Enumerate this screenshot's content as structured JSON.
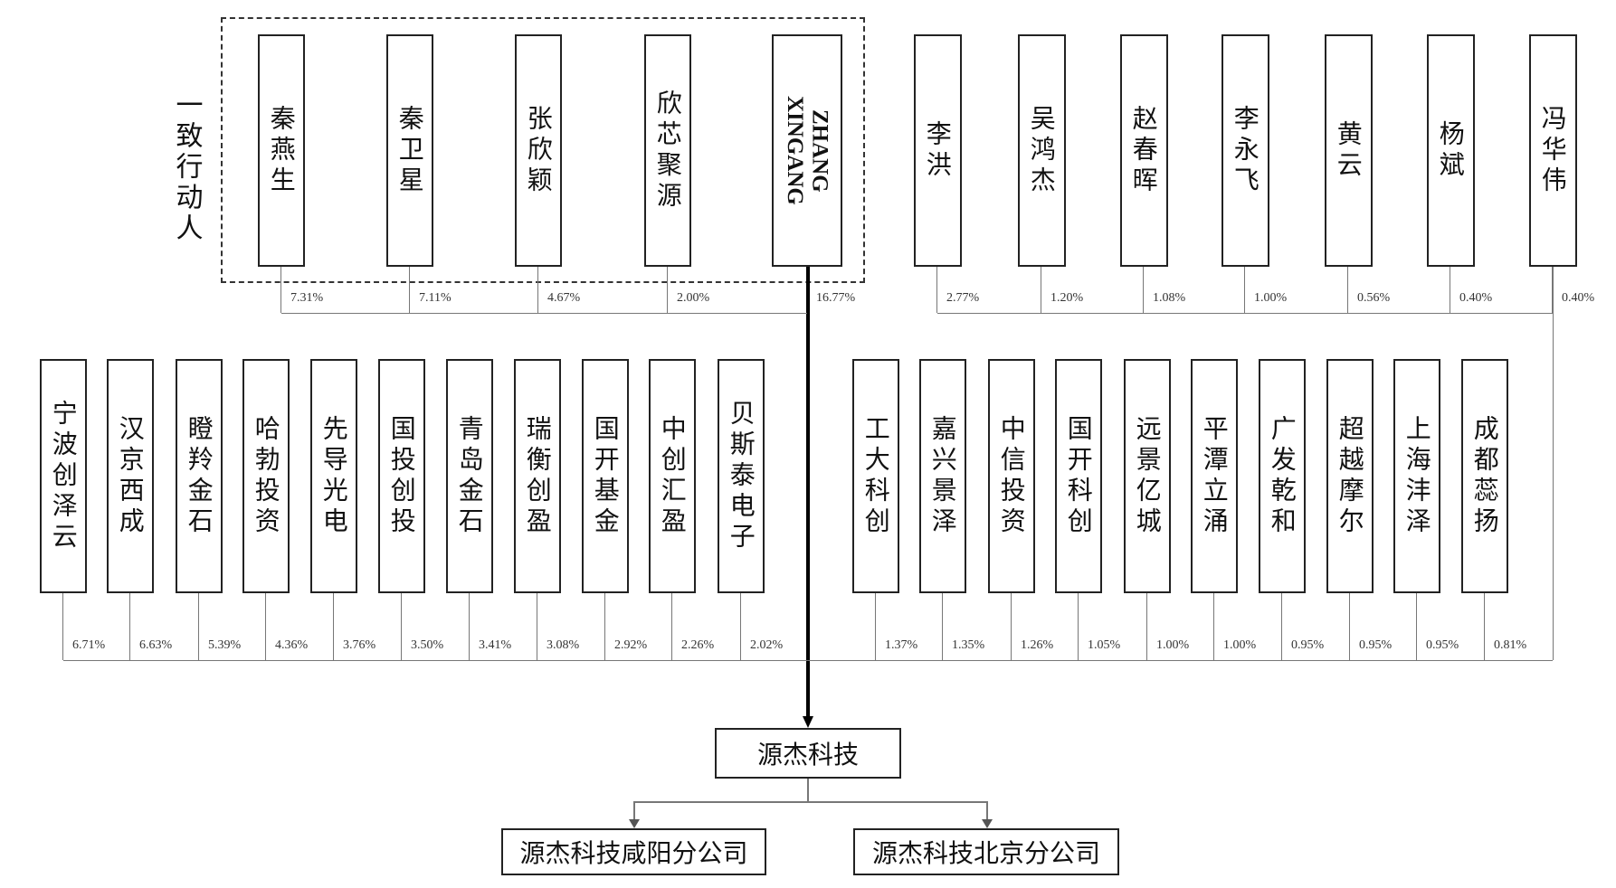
{
  "concert_label": "一致行动人",
  "top_group": [
    {
      "name": "秦燕生",
      "pct": "7.31%"
    },
    {
      "name": "秦卫星",
      "pct": "7.11%"
    },
    {
      "name": "张欣颖",
      "pct": "4.67%"
    },
    {
      "name": "欣芯聚源",
      "pct": "2.00%"
    },
    {
      "name": "ZHANG\nXINGANG",
      "pct": "16.77%"
    }
  ],
  "top_right": [
    {
      "name": "李洪",
      "pct": "2.77%"
    },
    {
      "name": "吴鸿杰",
      "pct": "1.20%"
    },
    {
      "name": "赵春晖",
      "pct": "1.08%"
    },
    {
      "name": "李永飞",
      "pct": "1.00%"
    },
    {
      "name": "黄云",
      "pct": "0.56%"
    },
    {
      "name": "杨斌",
      "pct": "0.40%"
    },
    {
      "name": "冯华伟",
      "pct": "0.40%"
    }
  ],
  "row2_left": [
    {
      "name": "宁波创泽云",
      "pct": "6.71%"
    },
    {
      "name": "汉京西成",
      "pct": "6.63%"
    },
    {
      "name": "瞪羚金石",
      "pct": "5.39%"
    },
    {
      "name": "哈勃投资",
      "pct": "4.36%"
    },
    {
      "name": "先导光电",
      "pct": "3.76%"
    },
    {
      "name": "国投创投",
      "pct": "3.50%"
    },
    {
      "name": "青岛金石",
      "pct": "3.41%"
    },
    {
      "name": "瑞衡创盈",
      "pct": "3.08%"
    },
    {
      "name": "国开基金",
      "pct": "2.92%"
    },
    {
      "name": "中创汇盈",
      "pct": "2.26%"
    },
    {
      "name": "贝斯泰电子",
      "pct": "2.02%"
    }
  ],
  "row2_right": [
    {
      "name": "工大科创",
      "pct": "1.37%"
    },
    {
      "name": "嘉兴景泽",
      "pct": "1.35%"
    },
    {
      "name": "中信投资",
      "pct": "1.26%"
    },
    {
      "name": "国开科创",
      "pct": "1.05%"
    },
    {
      "name": "远景亿城",
      "pct": "1.00%"
    },
    {
      "name": "平潭立涌",
      "pct": "1.00%"
    },
    {
      "name": "广发乾和",
      "pct": "0.95%"
    },
    {
      "name": "超越摩尔",
      "pct": "0.95%"
    },
    {
      "name": "上海沣泽",
      "pct": "0.95%"
    },
    {
      "name": "成都蕊扬",
      "pct": "0.81%"
    }
  ],
  "company": "源杰科技",
  "subsidiaries": [
    "源杰科技咸阳分公司",
    "源杰科技北京分公司"
  ]
}
